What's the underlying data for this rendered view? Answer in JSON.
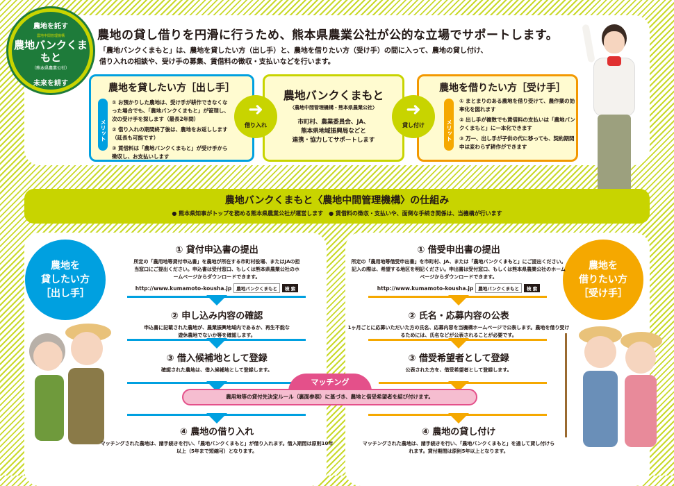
{
  "logo": {
    "top": "農地を託す",
    "org_small": "農地中間管理機構",
    "name": "農地バンクくまもと",
    "sub": "（熊本県農業公社）",
    "bottom": "未来を耕す"
  },
  "header": {
    "title": "農地の貸し借りを円滑に行うため、熊本県農業公社が公的な立場でサポートします。",
    "lead": [
      "「農地バンクくまもと」は、農地を貸したい方（出し手）と、農地を借りたい方（受け手）の間に入って、農地の貸し付け、",
      "借り入れの相談や、受け手の募集、賃借料の徴収・支払いなどを行います。"
    ]
  },
  "lender_box": {
    "title": "農地を貸したい方［出し手］",
    "merit": "メリット",
    "items": [
      "① お預かりした農地は、受け手が耕作できなくなった場合でも、「農地バンクくまもと」が管理し、次の受け手を探します（最長2年間）",
      "② 借り入れの期間終了後は、農地をお返しします（延長も可能です）",
      "③ 賃借料は「農地バンクくまもと」が受け手から徴収し、お支払いします"
    ]
  },
  "arrow_left": "借り入れ",
  "center_box": {
    "title": "農地バンクくまもと",
    "sub": "〈農地中間管理機構・熊本県農業公社〉",
    "body": [
      "市町村、農業委員会、JA、",
      "熊本県地域振興局などと",
      "連携・協力してサポートします"
    ]
  },
  "arrow_right": "貸し付け",
  "borrower_box": {
    "title": "農地を借りたい方［受け手］",
    "merit": "メリット",
    "items": [
      "① まとまりのある農地を借り受けて、農作業の効率化を図れます",
      "② 出し手が複数でも賃借料の支払いは「農地バンクくまもと」に一本化できます",
      "③ 万一、出し手が子供の代に移っても、契約期間中は変わらず耕作ができます"
    ]
  },
  "band": {
    "title": "農地バンクくまもと〈農地中間管理機構〉の仕組み",
    "notes": [
      "● 熊本県知事がトップを務める熊本県農業公社が運営します",
      "● 賃借料の徴収・支払いや、面倒な手続き関係は、当機構が行います"
    ]
  },
  "lender_flow": {
    "circle": [
      "農地を",
      "貸したい方",
      "［出し手］"
    ],
    "steps": [
      {
        "title": "① 貸付申込書の提出",
        "desc": "所定の「農用地等貸付申込書」を農地が所在する市町村役場、またはJAの担当窓口にご提出ください。申込書は受付窓口、もしくは熊本県農業公社のホームページからダウンロードできます。"
      },
      {
        "title": "② 申し込み内容の確認",
        "desc": "申込書に記載された農地が、農業振興地域内であるか、再生不能な遊休農地でないか等を確認します。"
      },
      {
        "title": "③ 借入候補地として登録",
        "desc": "確認された農地は、借入候補地として登録します。"
      },
      {
        "title": "④ 農地の借り入れ",
        "desc": "マッチングされた農地は、諸手続きを行い、「農地バンクくまもと」が借り入れます。借入期間は原則10年以上（5年まで短縮可）となります。"
      }
    ]
  },
  "borrower_flow": {
    "circle": [
      "農地を",
      "借りたい方",
      "［受け手］"
    ],
    "steps": [
      {
        "title": "① 借受申出書の提出",
        "desc": "所定の「農用地等借受申出書」を市町村、JA、または「農地バンクくまもと」にご提出ください。記入の際は、希望する地区を明記ください。申出書は受付窓口、もしくは熊本県農業公社のホームページからダウンロードできます。"
      },
      {
        "title": "② 氏名・応募内容の公表",
        "desc": "1ヶ月ごとに応募いただいた方の氏名、応募内容を当機構ホームページで公表します。農地を借り受けるためには、氏名などが公表されることが必要です。"
      },
      {
        "title": "③ 借受希望者として登録",
        "desc": "公表された方を、借受希望者として登録します。"
      },
      {
        "title": "④ 農地の貸し付け",
        "desc": "マッチングされた農地は、諸手続きを行い、「農地バンクくまもと」を通して貸し付けられます。貸付期間は原則5年以上となります。"
      }
    ]
  },
  "search": {
    "url": "http://www.kumamoto-kousha.jp",
    "keyword": "農地バンクくまもと",
    "button": "検 索"
  },
  "matching": {
    "label": "マッチング",
    "text": "農用地等の貸付先決定ルール（裏面参照）に基づき、農地と借受希望者を結び付けます。"
  },
  "colors": {
    "lime": "#c8d400",
    "blue": "#00a0e0",
    "orange": "#f5a800",
    "pink": "#e4508a",
    "green": "#1e7b3a"
  }
}
